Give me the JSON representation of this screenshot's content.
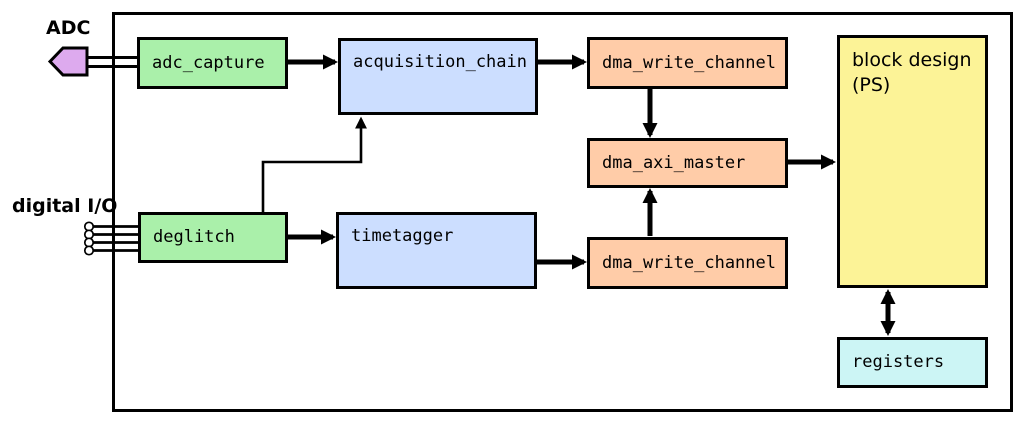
{
  "ports": {
    "adc": {
      "label": "ADC"
    },
    "digital_io": {
      "label": "digital I/O"
    }
  },
  "blocks": [
    {
      "label": "adc_capture",
      "fill": "#aaf0aa"
    },
    {
      "label": "deglitch",
      "fill": "#aaf0aa"
    },
    {
      "label": "acquisition_chain",
      "fill": "#ccdeff"
    },
    {
      "label": "timetagger",
      "fill": "#ccdeff"
    },
    {
      "label": "dma_write_channel",
      "fill": "#ffcca8"
    },
    {
      "label": "dma_axi_master",
      "fill": "#ffcca8"
    },
    {
      "label": "dma_write_channel",
      "fill": "#ffcca8"
    },
    {
      "label": "block design",
      "label2": "(PS)",
      "fill": "#fcf397"
    },
    {
      "label": "registers",
      "fill": "#ccf5f5"
    }
  ],
  "colors": {
    "green": "#aaf0aa",
    "blue": "#ccdeff",
    "salmon": "#ffcca8",
    "yellow": "#fcf397",
    "cyan": "#ccf5f5",
    "port_purple": "#ddaaee",
    "line": "#000000"
  }
}
